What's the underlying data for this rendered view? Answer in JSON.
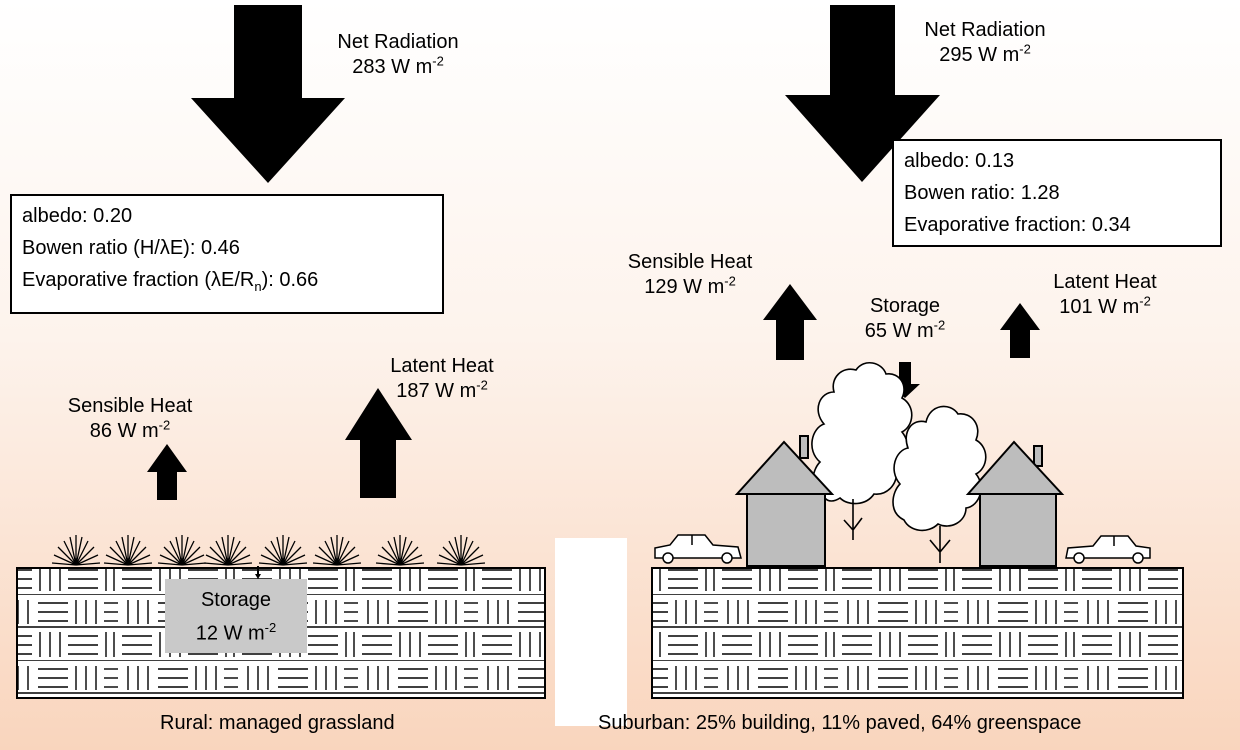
{
  "rural": {
    "net_radiation": {
      "label": "Net Radiation",
      "value": "283 W m",
      "exp": "-2"
    },
    "stats": {
      "albedo": "albedo: 0.20",
      "bowen_prefix": "Bowen ratio (H/",
      "bowen_symbol": "λ",
      "bowen_suffix": "E): 0.46",
      "evap_prefix": "Evaporative fraction (",
      "evap_symbol": "λ",
      "evap_mid": "E/R",
      "evap_sub": "n",
      "evap_suffix": "): 0.66"
    },
    "sensible": {
      "label": "Sensible Heat",
      "value": "86 W m",
      "exp": "-2"
    },
    "latent": {
      "label": "Latent Heat",
      "value": "187 W m",
      "exp": "-2"
    },
    "storage": {
      "label": "Storage",
      "value": "12 W m",
      "exp": "-2"
    },
    "caption": "Rural: managed grassland"
  },
  "suburban": {
    "net_radiation": {
      "label": "Net Radiation",
      "value": "295 W m",
      "exp": "-2"
    },
    "stats": {
      "albedo": "albedo: 0.13",
      "bowen": "Bowen ratio: 1.28",
      "evap": "Evaporative fraction: 0.34"
    },
    "sensible": {
      "label": "Sensible Heat",
      "value": "129 W m",
      "exp": "-2"
    },
    "storage": {
      "label": "Storage",
      "value": "65 W m",
      "exp": "-2"
    },
    "latent": {
      "label": "Latent Heat",
      "value": "101 W m",
      "exp": "-2"
    },
    "caption": "Suburban: 25% building, 11% paved, 64% greenspace"
  },
  "colors": {
    "arrow": "#000000",
    "building": "#bdbdbd",
    "storage_box": "#c9c9c9",
    "background_bottom": "#f9d5bd"
  }
}
